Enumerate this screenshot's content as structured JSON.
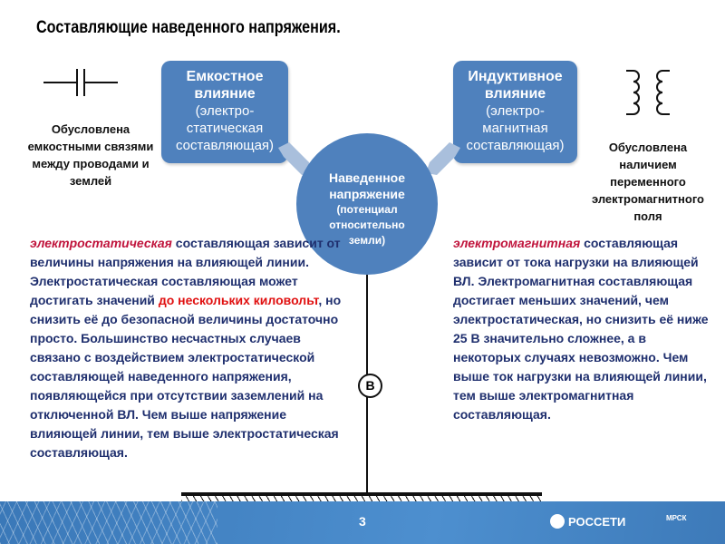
{
  "title": "Составляющие наведенного напряжения.",
  "left_box": {
    "title1": "Емкостное",
    "title2": "влияние",
    "sub1": "(электро-",
    "sub2": "статическая",
    "sub3": "составляющая)"
  },
  "right_box": {
    "title1": "Индуктивное",
    "title2": "влияние",
    "sub1": "(электро-",
    "sub2": "магнитная",
    "sub3": "составляющая)"
  },
  "center": {
    "t1": "Наведенное",
    "t2": "напряжение",
    "s1": "(потенциал",
    "s2": "относительно",
    "s3": "земли)"
  },
  "left_caption": [
    "Обусловлена",
    "емкостными связями",
    "между проводами и",
    "землей"
  ],
  "right_caption": [
    "Обусловлена",
    "наличием",
    "переменного",
    "электромагнитного",
    "поля"
  ],
  "left_text": {
    "em": "электростатическая",
    "a": " составляющая зависит от величины напряжения на влияющей линии.  Электростатическая составляющая может достигать значений ",
    "red": "до нескольких киловольт",
    "b": ", но снизить её до безопасной величины достаточно просто. Большинство несчастных случаев связано с воздействием электростатической составляющей наведенного напряжения, появляющейся при отсутствии заземлений на отключенной ВЛ. Чем выше напряжение влияющей линии, тем выше электростатическая составляющая."
  },
  "right_text": {
    "em": "электромагнитная",
    "a": " составляющая зависит от тока нагрузки на влияющей ВЛ. Электромагнитная составляющая достигает меньших значений, чем электростатическая, но снизить её ниже 25 В значительно сложнее, а в некоторых случаях невозможно. Чем выше ток нагрузки на влияющей линии, тем выше электромагнитная составляющая."
  },
  "node_label": "В",
  "footer": {
    "page": "3",
    "logo": "РОССЕТИ",
    "logo2": "МРСК"
  }
}
